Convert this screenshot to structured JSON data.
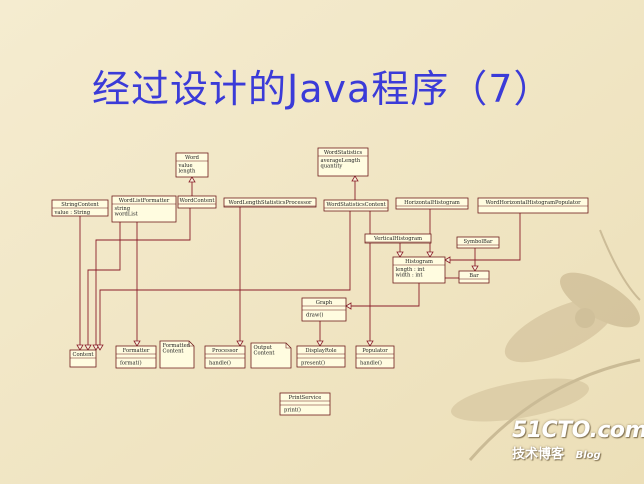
{
  "slide": {
    "title": "经过设计的Java程序（7）"
  },
  "colors": {
    "title": "#3b3bd8",
    "connector": "#8a1e2a",
    "box_fill": "#fffce0",
    "background": "#f1e7c6"
  },
  "diagram": {
    "classes": [
      {
        "id": "word",
        "name": "Word",
        "attrs": [
          "value",
          "length"
        ],
        "ops": []
      },
      {
        "id": "wordstatistics",
        "name": "WordStatistics",
        "attrs": [
          "averageLength",
          "quantity"
        ],
        "ops": []
      },
      {
        "id": "stringcontent",
        "name": "StringContent",
        "attrs": [
          "value : String"
        ],
        "ops": []
      },
      {
        "id": "wordlistformatter",
        "name": "WordListFormatter",
        "attrs": [
          "string",
          "wordList"
        ],
        "ops": []
      },
      {
        "id": "wordcontent",
        "name": "WordContent",
        "attrs": [],
        "ops": []
      },
      {
        "id": "wordlengthprocessor",
        "name": "WordLengthStatisticsProcessor",
        "attrs": [],
        "ops": []
      },
      {
        "id": "wordstatisticscontent",
        "name": "WordStatisticsContent",
        "attrs": [],
        "ops": []
      },
      {
        "id": "horizontalhistogram",
        "name": "HorizontalHistogram",
        "attrs": [],
        "ops": []
      },
      {
        "id": "wordhorizontalhistogrampopulator",
        "name": "WordHorizontalHistogramPopulator",
        "attrs": [],
        "ops": []
      },
      {
        "id": "verticalhistogram",
        "name": "VerticalHistogram",
        "attrs": [],
        "ops": []
      },
      {
        "id": "symbolbar",
        "name": "SymbolBar",
        "attrs": [],
        "ops": []
      },
      {
        "id": "histogram",
        "name": "Histogram",
        "attrs": [
          "length : int",
          "width : int"
        ],
        "ops": []
      },
      {
        "id": "bar",
        "name": "Bar",
        "attrs": [],
        "ops": []
      },
      {
        "id": "graph",
        "name": "Graph",
        "attrs": [],
        "ops": [
          "draw()"
        ]
      },
      {
        "id": "content",
        "name": "Content",
        "attrs": [],
        "ops": []
      },
      {
        "id": "formatter",
        "name": "Formatter",
        "attrs": [],
        "ops": [
          "format()"
        ]
      },
      {
        "id": "processor",
        "name": "Processor",
        "attrs": [],
        "ops": [
          "handle()"
        ]
      },
      {
        "id": "displayrole",
        "name": "DisplayRole",
        "attrs": [],
        "ops": [
          "present()"
        ]
      },
      {
        "id": "populator",
        "name": "Populator",
        "attrs": [],
        "ops": [
          "handle()"
        ]
      },
      {
        "id": "printservice",
        "name": "PrintService",
        "attrs": [],
        "ops": [
          "print()"
        ]
      }
    ],
    "notes": [
      {
        "id": "formattedcontent",
        "lines": [
          "Formatted",
          "Content"
        ]
      },
      {
        "id": "outputcontent",
        "lines": [
          "Output",
          "Content"
        ]
      }
    ]
  },
  "watermark": {
    "logo": "51CTO.com",
    "subtitle": "技术博客",
    "blog": "Blog"
  }
}
